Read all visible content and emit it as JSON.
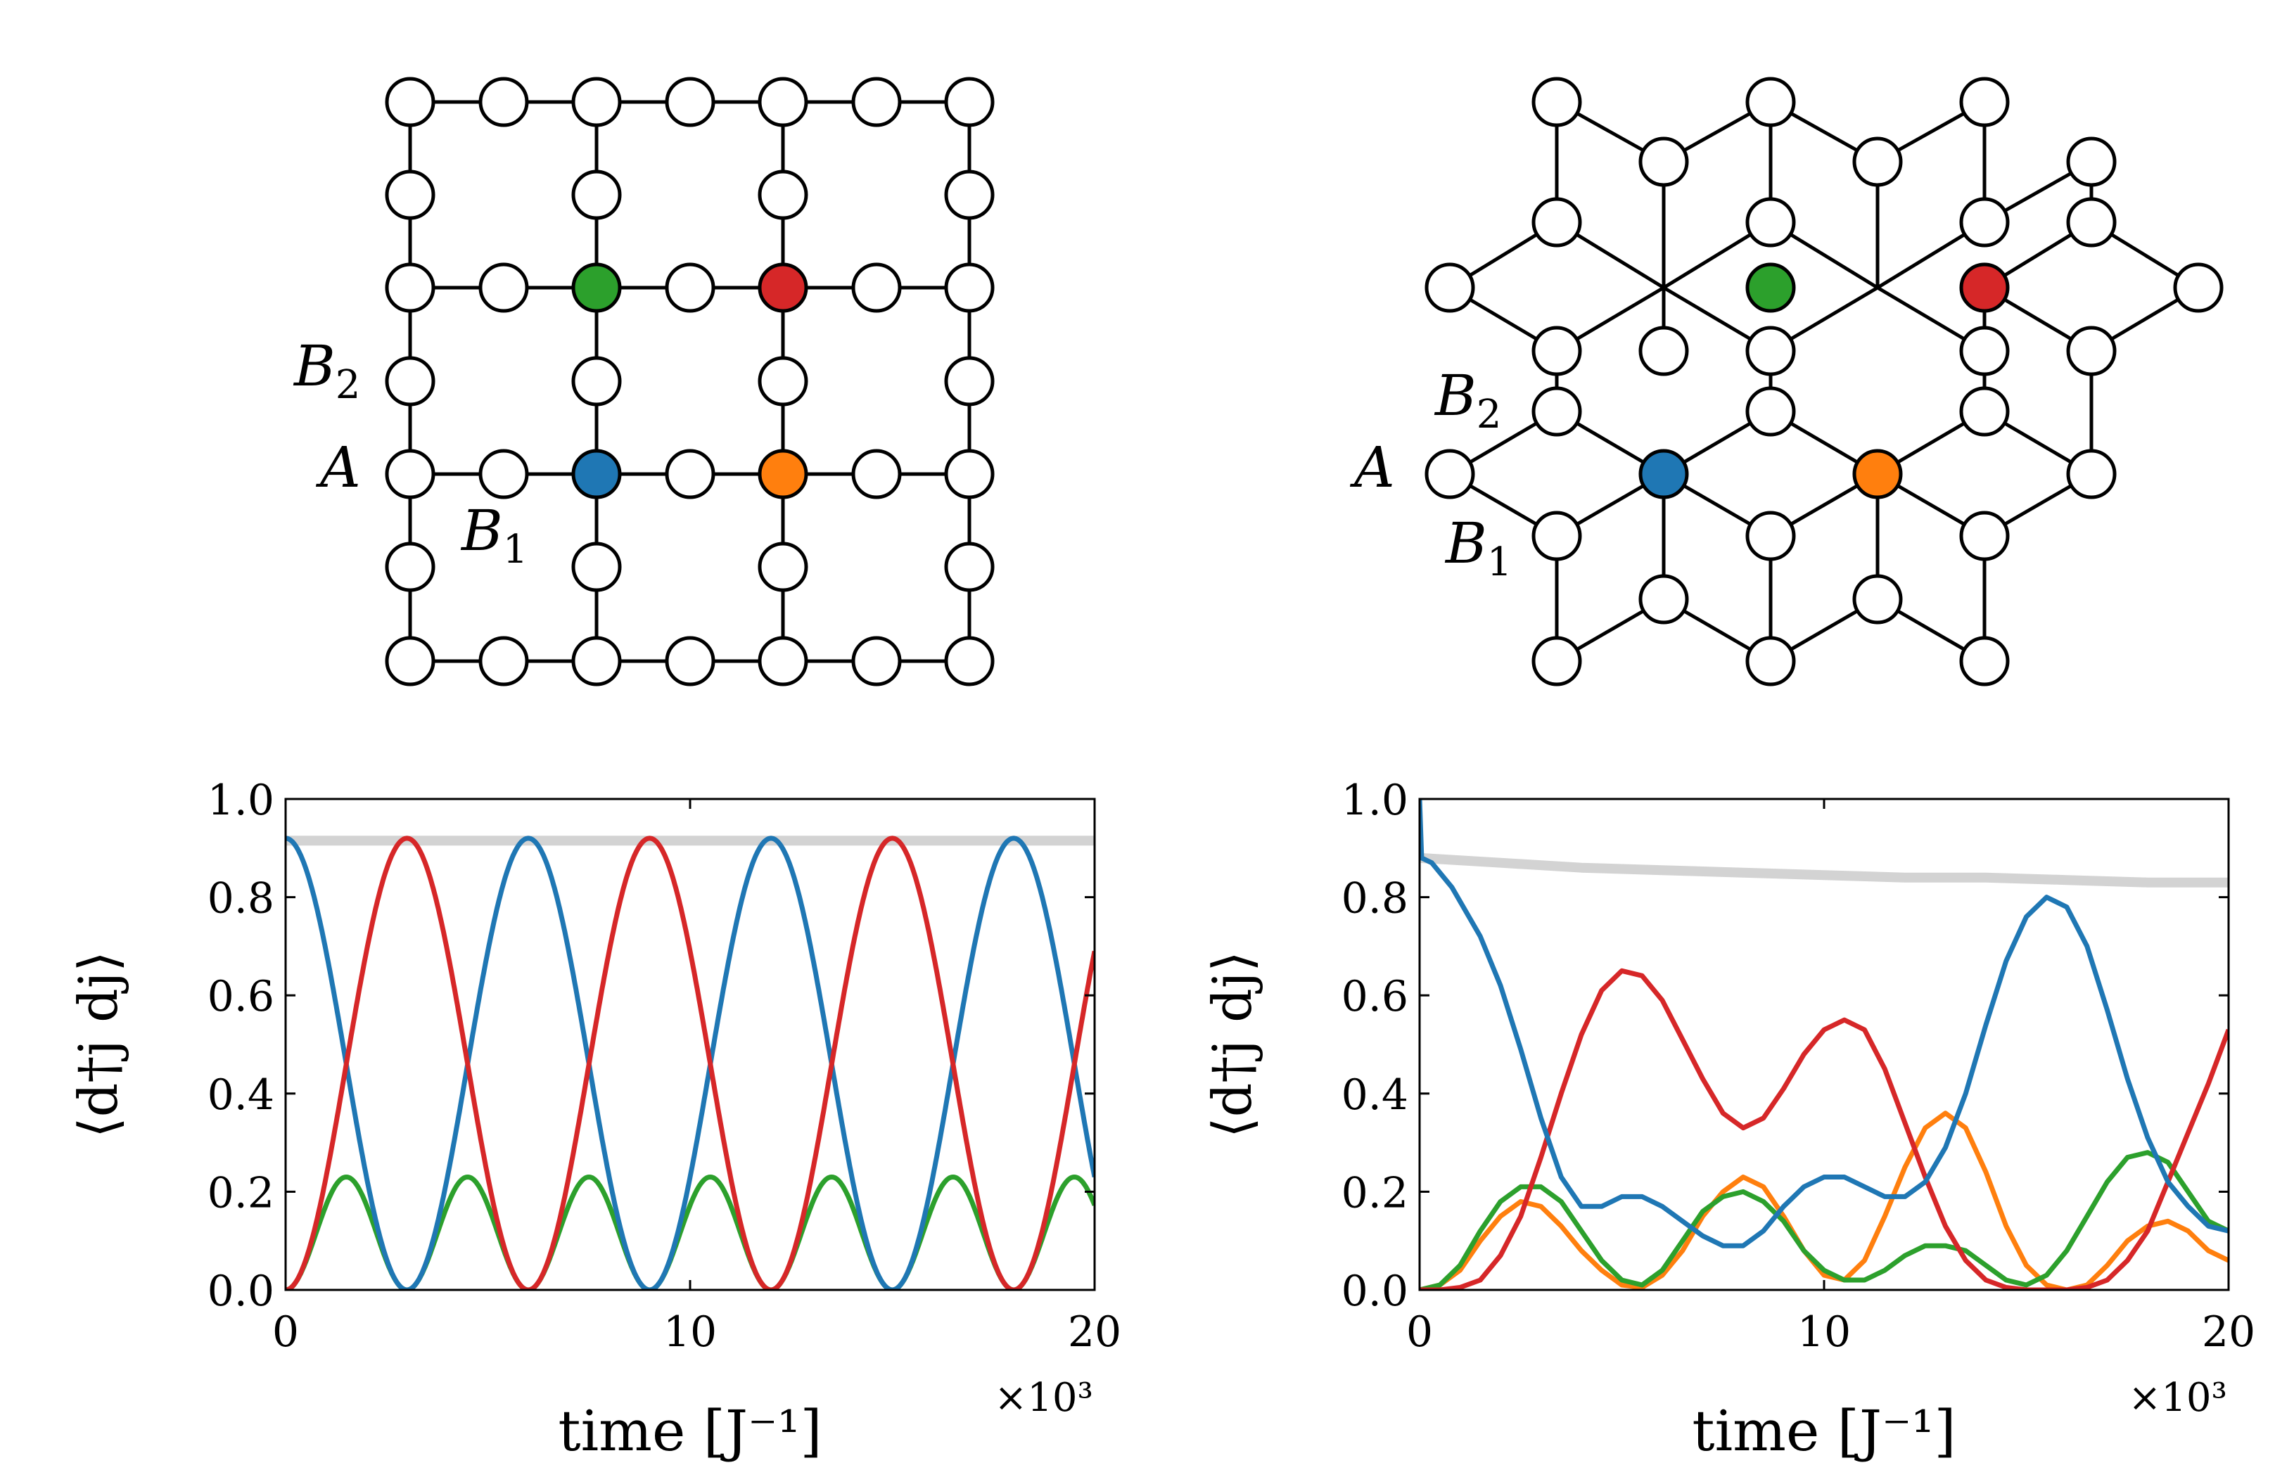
{
  "lattices": [
    {
      "name": "square-decorated",
      "labels": {
        "B2": "B",
        "B2_sub": "2",
        "A": "A",
        "B1": "B",
        "B1_sub": "1"
      },
      "colored_sites": {
        "blue": "#1f77b4",
        "orange": "#ff7f0e",
        "green": "#2ca02c",
        "red": "#d62728"
      }
    },
    {
      "name": "kagome-like",
      "labels": {
        "B2": "B",
        "B2_sub": "2",
        "A": "A",
        "B1": "B",
        "B1_sub": "1"
      },
      "colored_sites": {
        "blue": "#1f77b4",
        "orange": "#ff7f0e",
        "green": "#2ca02c",
        "red": "#d62728"
      }
    }
  ],
  "chart_data": [
    {
      "type": "line",
      "xlabel": "time [J⁻¹]",
      "x_multiplier": "×10³",
      "ylabel": "⟨d†j dj⟩",
      "xlim": [
        0,
        20
      ],
      "ylim": [
        0,
        1.0
      ],
      "xticks": [
        "0",
        "10",
        "20"
      ],
      "yticks": [
        "0.0",
        "0.2",
        "0.4",
        "0.6",
        "0.8",
        "1.0"
      ],
      "series": [
        {
          "color": "#d3d3d3",
          "kind": "constant",
          "value": 0.915
        },
        {
          "color": "#2ca02c",
          "kind": "sin2",
          "amp": 0.23,
          "period": 3.0,
          "phase": 0
        },
        {
          "color": "#1f77b4",
          "kind": "cos2",
          "amp": 0.92,
          "period": 6.0,
          "phase": 0
        },
        {
          "color": "#d62728",
          "kind": "sin2",
          "amp": 0.92,
          "period": 6.0,
          "phase": 0
        }
      ]
    },
    {
      "type": "line",
      "xlabel": "time [J⁻¹]",
      "x_multiplier": "×10³",
      "ylabel": "⟨d†j dj⟩",
      "xlim": [
        0,
        20
      ],
      "ylim": [
        0,
        1.0
      ],
      "xticks": [
        "0",
        "10",
        "20"
      ],
      "yticks": [
        "0.0",
        "0.2",
        "0.4",
        "0.6",
        "0.8",
        "1.0"
      ],
      "series": [
        {
          "color": "#d3d3d3",
          "x": [
            0,
            2,
            4,
            6,
            8,
            10,
            12,
            14,
            16,
            18,
            20
          ],
          "y": [
            0.88,
            0.87,
            0.86,
            0.855,
            0.85,
            0.845,
            0.84,
            0.84,
            0.835,
            0.83,
            0.83
          ]
        },
        {
          "color": "#ff7f0e",
          "x": [
            0,
            0.5,
            1,
            1.5,
            2,
            2.5,
            3,
            3.5,
            4,
            4.5,
            5,
            5.5,
            6,
            6.5,
            7,
            7.5,
            8,
            8.5,
            9,
            9.5,
            10,
            10.5,
            11,
            11.5,
            12,
            12.5,
            13,
            13.5,
            14,
            14.5,
            15,
            15.5,
            16,
            16.5,
            17,
            17.5,
            18,
            18.5,
            19,
            19.5,
            20
          ],
          "y": [
            0.0,
            0.01,
            0.04,
            0.1,
            0.15,
            0.18,
            0.17,
            0.13,
            0.08,
            0.04,
            0.01,
            0.005,
            0.03,
            0.08,
            0.15,
            0.2,
            0.23,
            0.21,
            0.15,
            0.08,
            0.03,
            0.02,
            0.06,
            0.15,
            0.25,
            0.33,
            0.36,
            0.33,
            0.24,
            0.13,
            0.05,
            0.01,
            0.0,
            0.01,
            0.05,
            0.1,
            0.13,
            0.14,
            0.12,
            0.08,
            0.06
          ]
        },
        {
          "color": "#2ca02c",
          "x": [
            0,
            0.5,
            1,
            1.5,
            2,
            2.5,
            3,
            3.5,
            4,
            4.5,
            5,
            5.5,
            6,
            6.5,
            7,
            7.5,
            8,
            8.5,
            9,
            9.5,
            10,
            10.5,
            11,
            11.5,
            12,
            12.5,
            13,
            13.5,
            14,
            14.5,
            15,
            15.5,
            16,
            16.5,
            17,
            17.5,
            18,
            18.5,
            19,
            19.5,
            20
          ],
          "y": [
            0.0,
            0.01,
            0.05,
            0.12,
            0.18,
            0.21,
            0.21,
            0.18,
            0.12,
            0.06,
            0.02,
            0.01,
            0.04,
            0.1,
            0.16,
            0.19,
            0.2,
            0.18,
            0.14,
            0.08,
            0.04,
            0.02,
            0.02,
            0.04,
            0.07,
            0.09,
            0.09,
            0.08,
            0.05,
            0.02,
            0.01,
            0.03,
            0.08,
            0.15,
            0.22,
            0.27,
            0.28,
            0.26,
            0.2,
            0.14,
            0.12
          ]
        },
        {
          "color": "#d62728",
          "x": [
            0,
            0.5,
            1,
            1.5,
            2,
            2.5,
            3,
            3.5,
            4,
            4.5,
            5,
            5.5,
            6,
            6.5,
            7,
            7.5,
            8,
            8.5,
            9,
            9.5,
            10,
            10.5,
            11,
            11.5,
            12,
            12.5,
            13,
            13.5,
            14,
            14.5,
            15,
            15.5,
            16,
            16.5,
            17,
            17.5,
            18,
            18.5,
            19,
            19.5,
            20
          ],
          "y": [
            0.0,
            0.0,
            0.005,
            0.02,
            0.07,
            0.15,
            0.27,
            0.4,
            0.52,
            0.61,
            0.65,
            0.64,
            0.59,
            0.51,
            0.43,
            0.36,
            0.33,
            0.35,
            0.41,
            0.48,
            0.53,
            0.55,
            0.53,
            0.45,
            0.34,
            0.23,
            0.13,
            0.06,
            0.02,
            0.005,
            0.0,
            0.0,
            0.0,
            0.005,
            0.02,
            0.06,
            0.12,
            0.22,
            0.32,
            0.42,
            0.53
          ]
        },
        {
          "color": "#1f77b4",
          "x": [
            0,
            0.05,
            0.3,
            0.8,
            1.5,
            2,
            2.5,
            3,
            3.5,
            4,
            4.5,
            5,
            5.5,
            6,
            6.5,
            7,
            7.5,
            8,
            8.5,
            9,
            9.5,
            10,
            10.5,
            11,
            11.5,
            12,
            12.5,
            13,
            13.5,
            14,
            14.5,
            15,
            15.5,
            16,
            16.5,
            17,
            17.5,
            18,
            18.5,
            19,
            19.5,
            20
          ],
          "y": [
            1.0,
            0.88,
            0.87,
            0.82,
            0.72,
            0.62,
            0.49,
            0.35,
            0.23,
            0.17,
            0.17,
            0.19,
            0.19,
            0.17,
            0.14,
            0.11,
            0.09,
            0.09,
            0.12,
            0.17,
            0.21,
            0.23,
            0.23,
            0.21,
            0.19,
            0.19,
            0.22,
            0.29,
            0.4,
            0.54,
            0.67,
            0.76,
            0.8,
            0.78,
            0.7,
            0.57,
            0.43,
            0.31,
            0.22,
            0.17,
            0.13,
            0.12
          ]
        }
      ]
    }
  ]
}
